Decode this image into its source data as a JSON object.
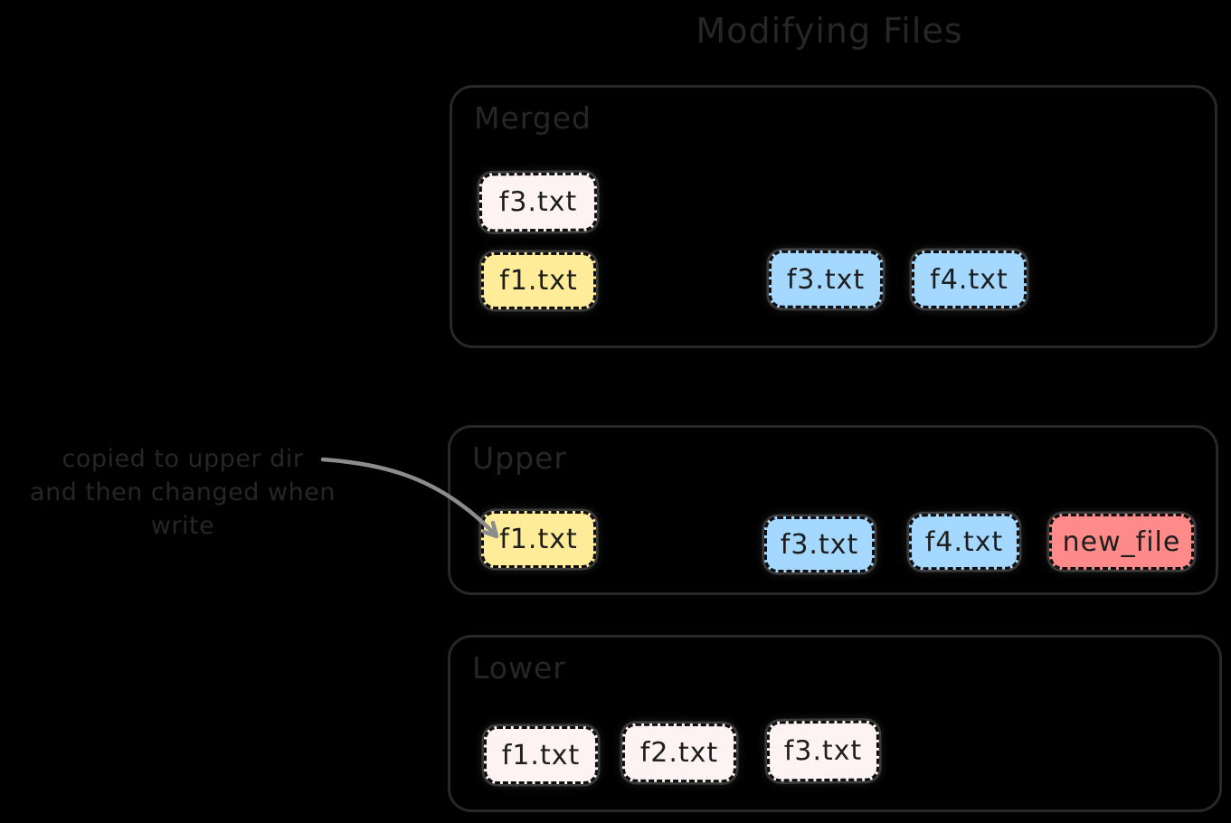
{
  "title": "Modifying Files",
  "annotation": {
    "line1": "copied to upper dir",
    "line2": "and then changed when write"
  },
  "sections": [
    {
      "label": "Merged",
      "files": [
        {
          "label": "f3.txt",
          "fill": "white"
        },
        {
          "label": "f1.txt",
          "fill": "yellow"
        },
        {
          "label": "f3.txt",
          "fill": "blue"
        },
        {
          "label": "f4.txt",
          "fill": "blue"
        }
      ]
    },
    {
      "label": "Upper",
      "files": [
        {
          "label": "f1.txt",
          "fill": "yellow"
        },
        {
          "label": "f3.txt",
          "fill": "blue"
        },
        {
          "label": "f4.txt",
          "fill": "blue"
        },
        {
          "label": "new_file",
          "fill": "red"
        }
      ]
    },
    {
      "label": "Lower",
      "files": [
        {
          "label": "f1.txt",
          "fill": "white"
        },
        {
          "label": "f2.txt",
          "fill": "white"
        },
        {
          "label": "f3.txt",
          "fill": "white"
        }
      ]
    }
  ],
  "palette": {
    "background": "#000000",
    "box_white": "#fdf3f2",
    "box_yellow": "#ffec99",
    "box_blue": "#a5d8ff",
    "box_red": "#ff8a8a",
    "chip_border": "#0d0d0d",
    "container_border": "#282828",
    "dark_text": "#262626",
    "chip_text": "#1e1e1e",
    "arrow": "#8c8c8c"
  }
}
